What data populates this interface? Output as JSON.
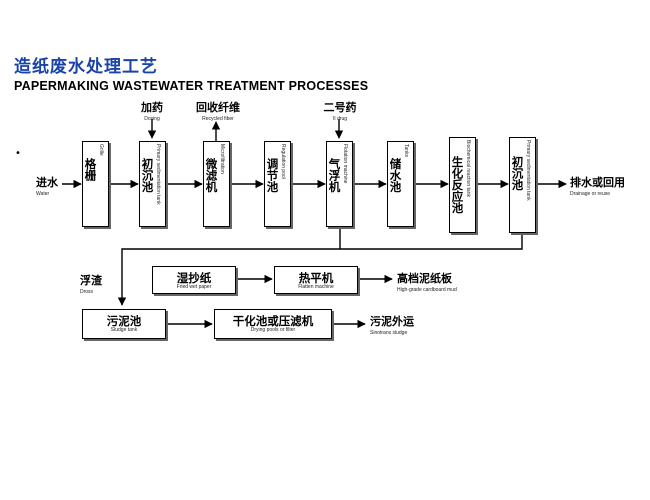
{
  "title": {
    "cn": "造纸废水处理工艺",
    "en": "PAPERMAKING WASTEWATER TREATMENT PROCESSES"
  },
  "top_marker": "•",
  "inputs": {
    "water": {
      "cn": "进水",
      "en": "Water"
    },
    "dosing": {
      "cn": "加药",
      "en": "Dosing"
    },
    "recycled_fiber": {
      "cn": "回收纤维",
      "en": "Recycled fiber"
    },
    "drug": {
      "cn": "二号药",
      "en": "II drug"
    }
  },
  "units": [
    {
      "cn": "格栅",
      "en": "Grille"
    },
    {
      "cn": "初沉池",
      "en": "Primary sedimentation tank"
    },
    {
      "cn": "微滤机",
      "en": "Microfiltration"
    },
    {
      "cn": "调节池",
      "en": "Regulation pool"
    },
    {
      "cn": "气浮机",
      "en": "Flotation machine"
    },
    {
      "cn": "储水池",
      "en": "Tanks"
    },
    {
      "cn": "生化反应池",
      "en": "Biochemical reaction tank"
    },
    {
      "cn": "初沉池",
      "en": "Primary sedimentation tank"
    }
  ],
  "outputs": {
    "drainage": {
      "cn": "排水或回用",
      "en": "Drainage or reuse"
    },
    "dross": {
      "cn": "浮渣",
      "en": "Dross"
    },
    "high_grade_mud": {
      "cn": "高档泥纸板",
      "en": "High-grade cardboard mud"
    },
    "sludge_out": {
      "cn": "污泥外运",
      "en": "Sinotrans sludge"
    }
  },
  "sludge_line": {
    "fried_wet_paper": {
      "cn": "湿抄纸",
      "en": "Fried wet paper"
    },
    "flatten": {
      "cn": "热平机",
      "en": "Flatten machine"
    },
    "sludge_tank": {
      "cn": "污泥池",
      "en": "Sludge tank"
    },
    "drying": {
      "cn": "干化池或压滤机",
      "en": "Drying pools or filter"
    }
  },
  "colors": {
    "title_cn": "#1a43a8",
    "line": "#000000"
  }
}
